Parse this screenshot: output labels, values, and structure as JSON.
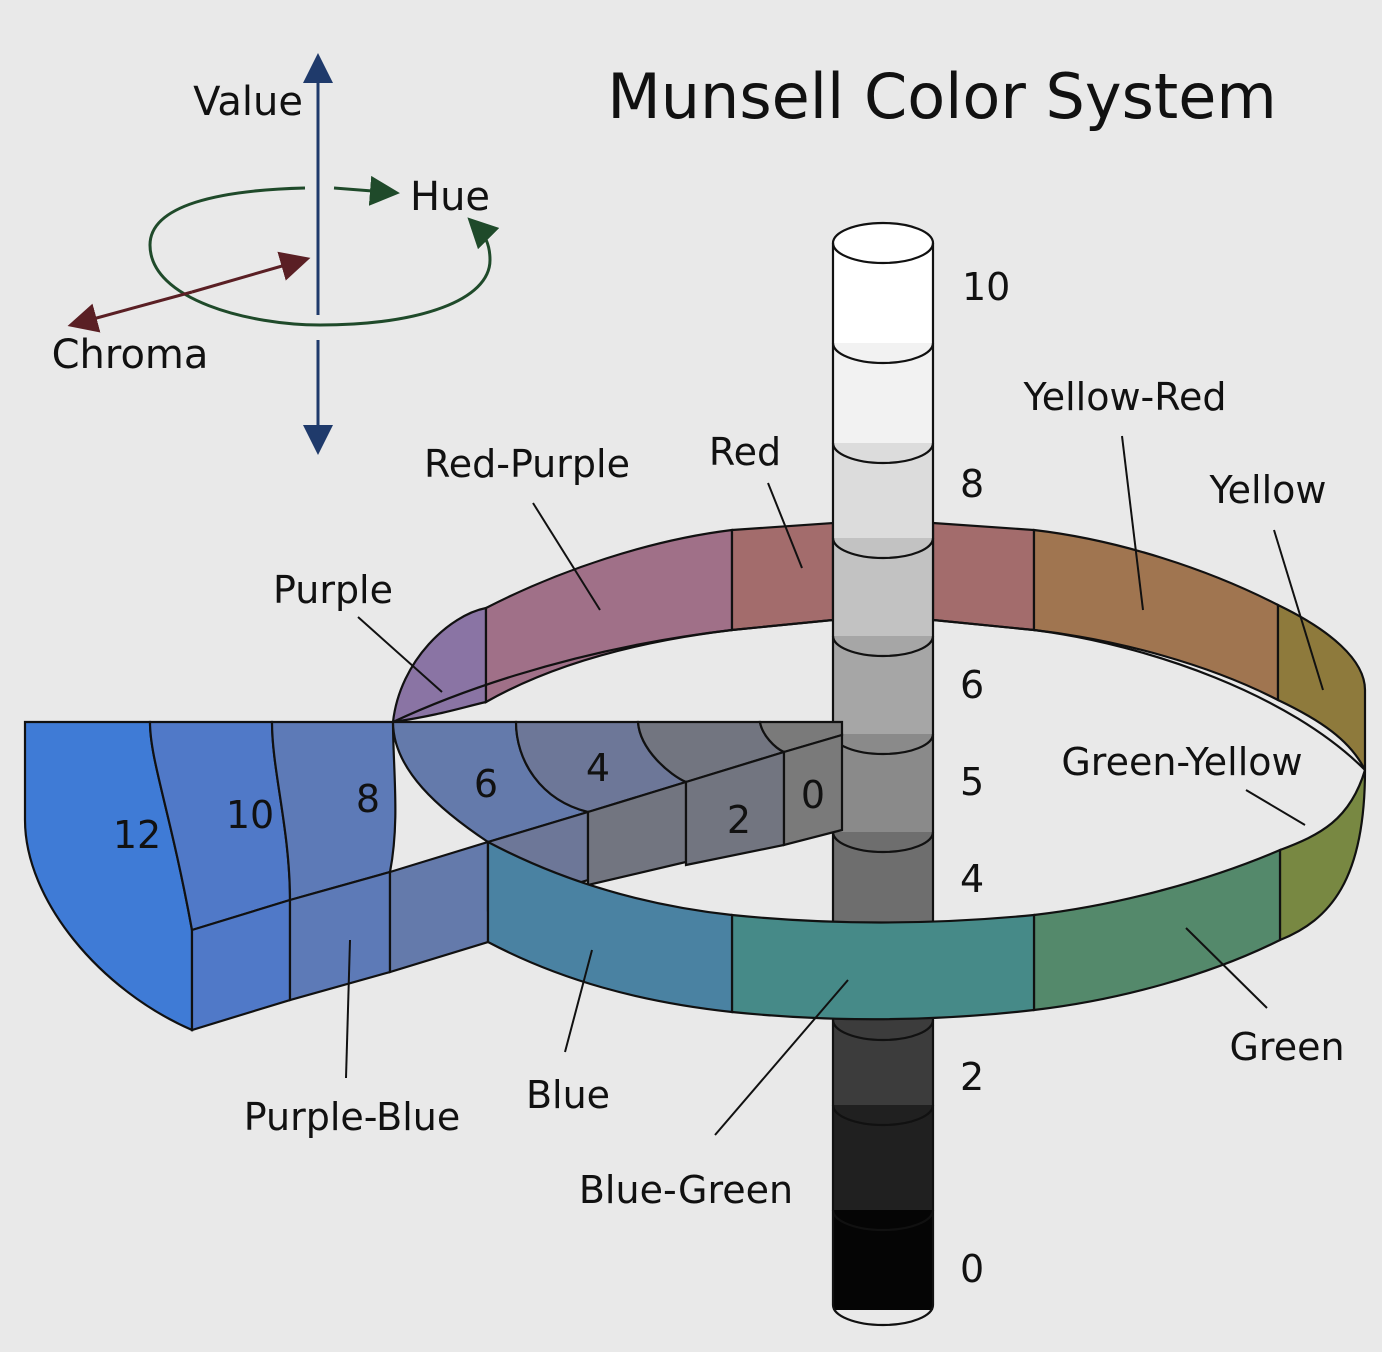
{
  "title": "Munsell Color System",
  "axes_legend": {
    "value": "Value",
    "hue": "Hue",
    "chroma": "Chroma",
    "value_color": "#1f3a6b",
    "hue_color": "#1f4a2a",
    "chroma_color": "#5a1f24"
  },
  "value_labels": [
    "10",
    "8",
    "6",
    "5",
    "4",
    "2",
    "0"
  ],
  "chroma_labels": [
    "12",
    "10",
    "8",
    "6",
    "4",
    "2",
    "0"
  ],
  "hues": [
    {
      "name": "Red",
      "color": "#a36c6c"
    },
    {
      "name": "Yellow-Red",
      "color": "#a07550"
    },
    {
      "name": "Yellow",
      "color": "#8e7a3c"
    },
    {
      "name": "Green-Yellow",
      "color": "#788842"
    },
    {
      "name": "Green",
      "color": "#54896b"
    },
    {
      "name": "Blue-Green",
      "color": "#468a88"
    },
    {
      "name": "Blue",
      "color": "#4a82a2"
    },
    {
      "name": "Purple-Blue",
      "color": "#5a78bf"
    },
    {
      "name": "Purple",
      "color": "#8a74a4"
    },
    {
      "name": "Red-Purple",
      "color": "#a07088"
    }
  ],
  "value_colors": [
    "#050505",
    "#202020",
    "#3c3c3c",
    "#595959",
    "#6e6e6e",
    "#8a8a8a",
    "#a6a6a6",
    "#c2c2c2",
    "#dcdcdc",
    "#f2f2f2",
    "#ffffff"
  ],
  "chroma_colors": [
    "#7a7a7a",
    "#727580",
    "#6d7798",
    "#647aab",
    "#5d7ab7",
    "#5079c8",
    "#3f7bd6"
  ]
}
